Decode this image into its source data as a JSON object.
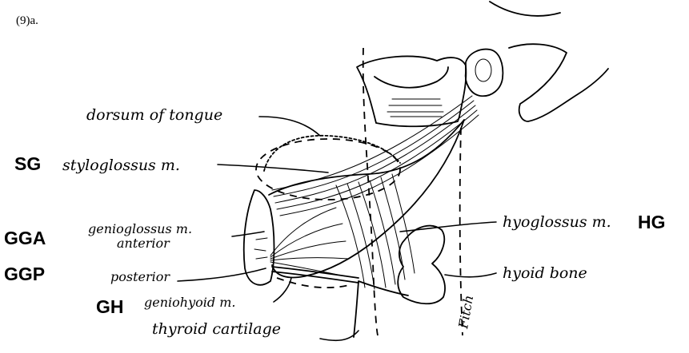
{
  "figure_label": "(9)a.",
  "labels": {
    "dorsum": "dorsum of tongue",
    "styloglossus": "styloglossus m.",
    "genioglossus": "genioglossus m.",
    "anterior": "anterior",
    "posterior": "posterior",
    "geniohyoid": "geniohyoid m.",
    "thyroid": "thyroid cartilage",
    "hyoglossus": "hyoglossus m.",
    "hyoid": "hyoid bone"
  },
  "abbreviations": {
    "sg": "SG",
    "gga": "GGA",
    "ggp": "GGP",
    "gh": "GH",
    "hg": "HG"
  },
  "signature": "Fitch"
}
